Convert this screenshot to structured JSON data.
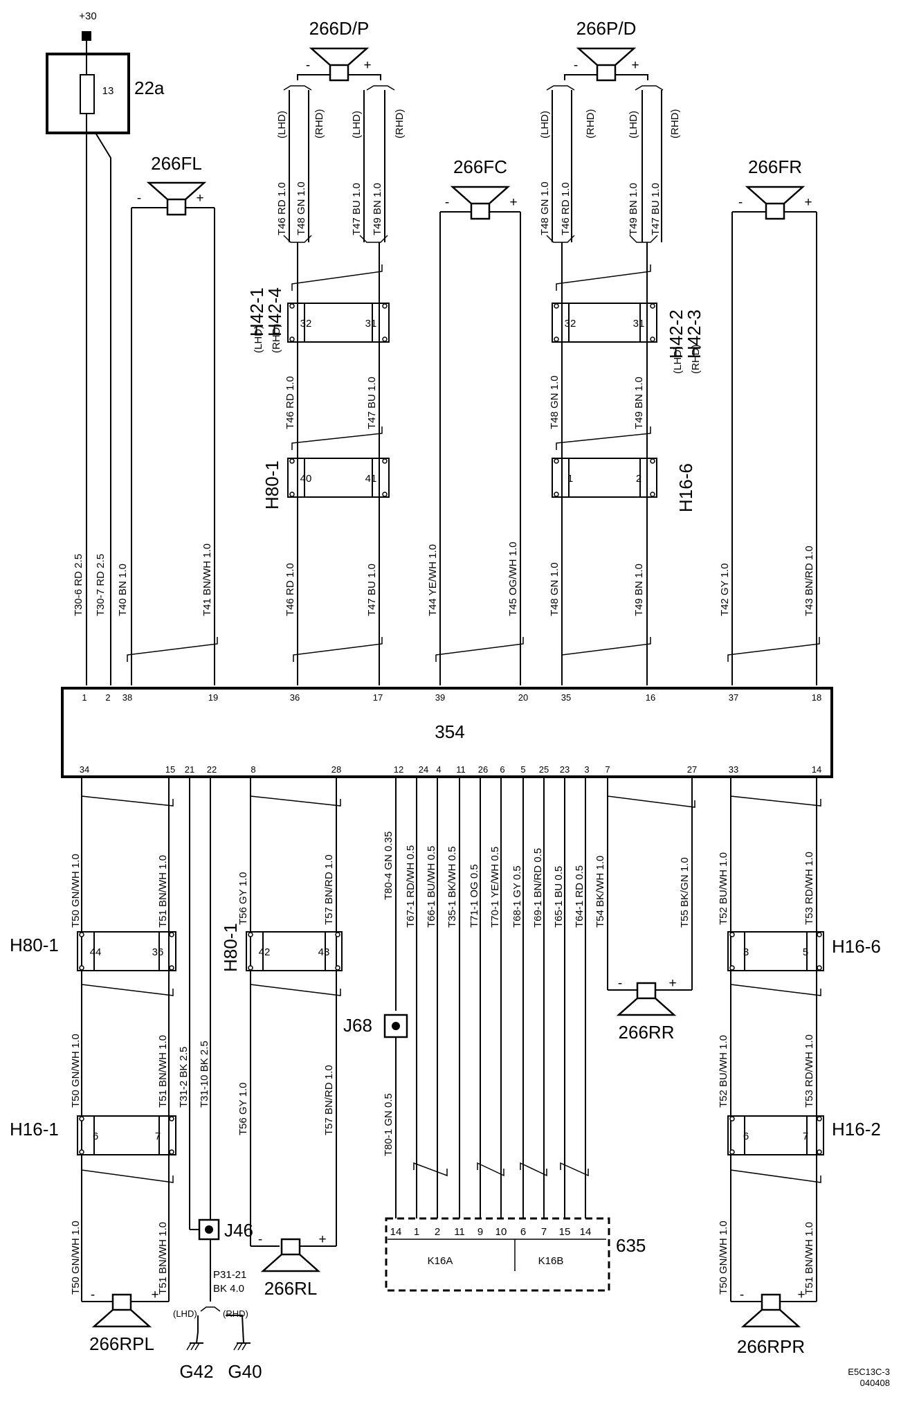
{
  "supply": {
    "label": "+30"
  },
  "fuse": {
    "name": "22a",
    "number": "13"
  },
  "ecu": {
    "name": "354"
  },
  "speakers": {
    "dp": "266D/P",
    "pd": "266P/D",
    "fl": "266FL",
    "fc": "266FC",
    "fr": "266FR",
    "rr": "266RR",
    "rl": "266RL",
    "rpl": "266RPL",
    "rpr": "266RPR"
  },
  "polarity": {
    "minus": "-",
    "plus": "+"
  },
  "drive": {
    "lhd": "(LHD)",
    "rhd": "(RHD)"
  },
  "connectors": {
    "h42_1": "H42-1",
    "h42_4": "H42-4",
    "h42_2": "H42-2",
    "h42_3": "H42-3",
    "h80_1": "H80-1",
    "h16_6": "H16-6",
    "h16_1": "H16-1",
    "h16_2": "H16-2",
    "j68": "J68",
    "j46": "J46",
    "amp": "635",
    "k16a": "K16A",
    "k16b": "K16B",
    "g42": "G42",
    "g40": "G40"
  },
  "pins": {
    "h42l_a": "32",
    "h42l_b": "31",
    "h42r_a": "32",
    "h42r_b": "31",
    "h80u_a": "40",
    "h80u_b": "41",
    "h166u_a": "1",
    "h166u_b": "2",
    "h80l_a": "44",
    "h80l_b": "36",
    "h80m_a": "42",
    "h80m_b": "43",
    "h166l_a": "3",
    "h166l_b": "5",
    "h161_a": "6",
    "h161_b": "7",
    "h162_a": "6",
    "h162_b": "7",
    "ecu_top": [
      "1",
      "2",
      "38",
      "19",
      "36",
      "17",
      "39",
      "20",
      "35",
      "16",
      "37",
      "18"
    ],
    "ecu_bottom": [
      "34",
      "15",
      "21",
      "22",
      "8",
      "28",
      "12",
      "24",
      "4",
      "11",
      "26",
      "6",
      "5",
      "25",
      "23",
      "3",
      "7",
      "27",
      "33",
      "14"
    ],
    "amp": [
      "14",
      "1",
      "2",
      "11",
      "9",
      "10",
      "6",
      "7",
      "15",
      "14"
    ]
  },
  "wires": {
    "dp_top": [
      "T46  RD  1.0",
      "T48  GN  1.0",
      "T47  BU  1.0",
      "T49  BN  1.0"
    ],
    "pd_top": [
      "T48  GN  1.0",
      "T46  RD  1.0",
      "T49  BN  1.0",
      "T47  BU  1.0"
    ],
    "left_mid": [
      "T46  RD  1.0",
      "T47  BU  1.0"
    ],
    "right_mid": [
      "T48  GN  1.0",
      "T49  BN  1.0"
    ],
    "upper": [
      "T30-6  RD  2.5",
      "T30-7  RD  2.5",
      "T40  BN  1.0",
      "T41  BN/WH  1.0",
      "T46  RD  1.0",
      "T47  BU  1.0",
      "T44  YE/WH  1.0",
      "T45  OG/WH  1.0",
      "T48  GN  1.0",
      "T49  BN  1.0",
      "T42  GY  1.0",
      "T43  BN/RD  1.0"
    ],
    "lower_a": [
      "T50  GN/WH  1.0",
      "T51  BN/WH  1.0",
      "T56  GY  1.0",
      "T57  BN/RD  1.0",
      "T80-4  GN  0.35",
      "T67-1  RD/WH 0.5",
      "T66-1  BU/WH 0.5",
      "T35-1  BK/WH 0.5",
      "T71-1  OG  0.5",
      "T70-1 YE/WH  0.5",
      "T68-1  GY  0.5",
      "T69-1  BN/RD  0.5",
      "T65-1  BU  0.5",
      "T64-1  RD  0.5",
      "T54  BK/WH  1.0",
      "T55  BK/GN  1.0",
      "T52  BU/WH  1.0",
      "T53  RD/WH  1.0"
    ],
    "lower_b": [
      "T50  GN/WH  1.0",
      "T51  BN/WH  1.0",
      "T31-2  BK  2.5",
      "T31-10  BK  2.5",
      "T56  GY  1.0",
      "T57  BN/RD  1.0",
      "T80-1  GN  0.5",
      "T52  BU/WH  1.0",
      "T53  RD/WH  1.0"
    ],
    "lower_c": [
      "T50  GN/WH  1.0",
      "T51  BN/WH  1.0",
      "T50  GN/WH  1.0",
      "T51  BN/WH  1.0"
    ],
    "ground": [
      "P31-21",
      "BK  4.0"
    ]
  },
  "footer": {
    "line1": "E5C13C-3",
    "line2": "040408"
  }
}
